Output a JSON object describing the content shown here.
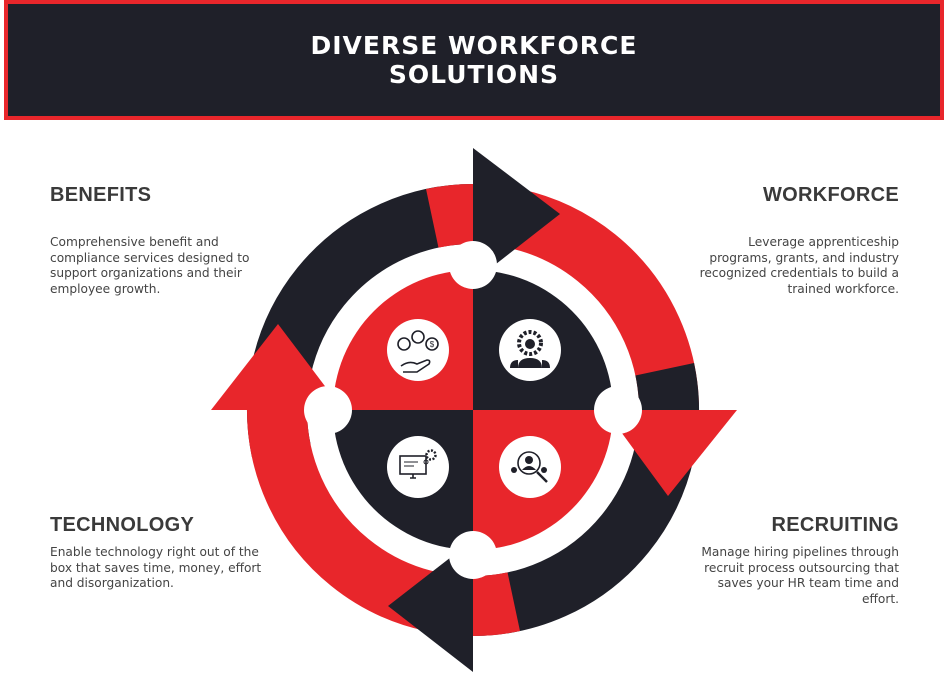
{
  "header": {
    "title": "DIVERSE WORKFORCE SOLUTIONS"
  },
  "sections": [
    {
      "title": "BENEFITS",
      "text": "Comprehensive benefit and compliance services designed to support organizations and their employee growth.",
      "icon": "benefits-hand-icon"
    },
    {
      "title": "WORKFORCE",
      "text": "Leverage apprenticeship programs, grants, and industry recognized credentials to build a trained workforce.",
      "icon": "team-gear-icon"
    },
    {
      "title": "TECHNOLOGY",
      "text": "Enable technology right out of the box that saves time, money, effort and disorganization.",
      "icon": "computer-gears-icon"
    },
    {
      "title": "RECRUITING",
      "text": "Manage hiring pipelines through recruit process outsourcing that saves your HR team time and effort.",
      "icon": "candidate-search-icon"
    }
  ],
  "colors": {
    "dark": "#1f2029",
    "red": "#e8262b"
  }
}
